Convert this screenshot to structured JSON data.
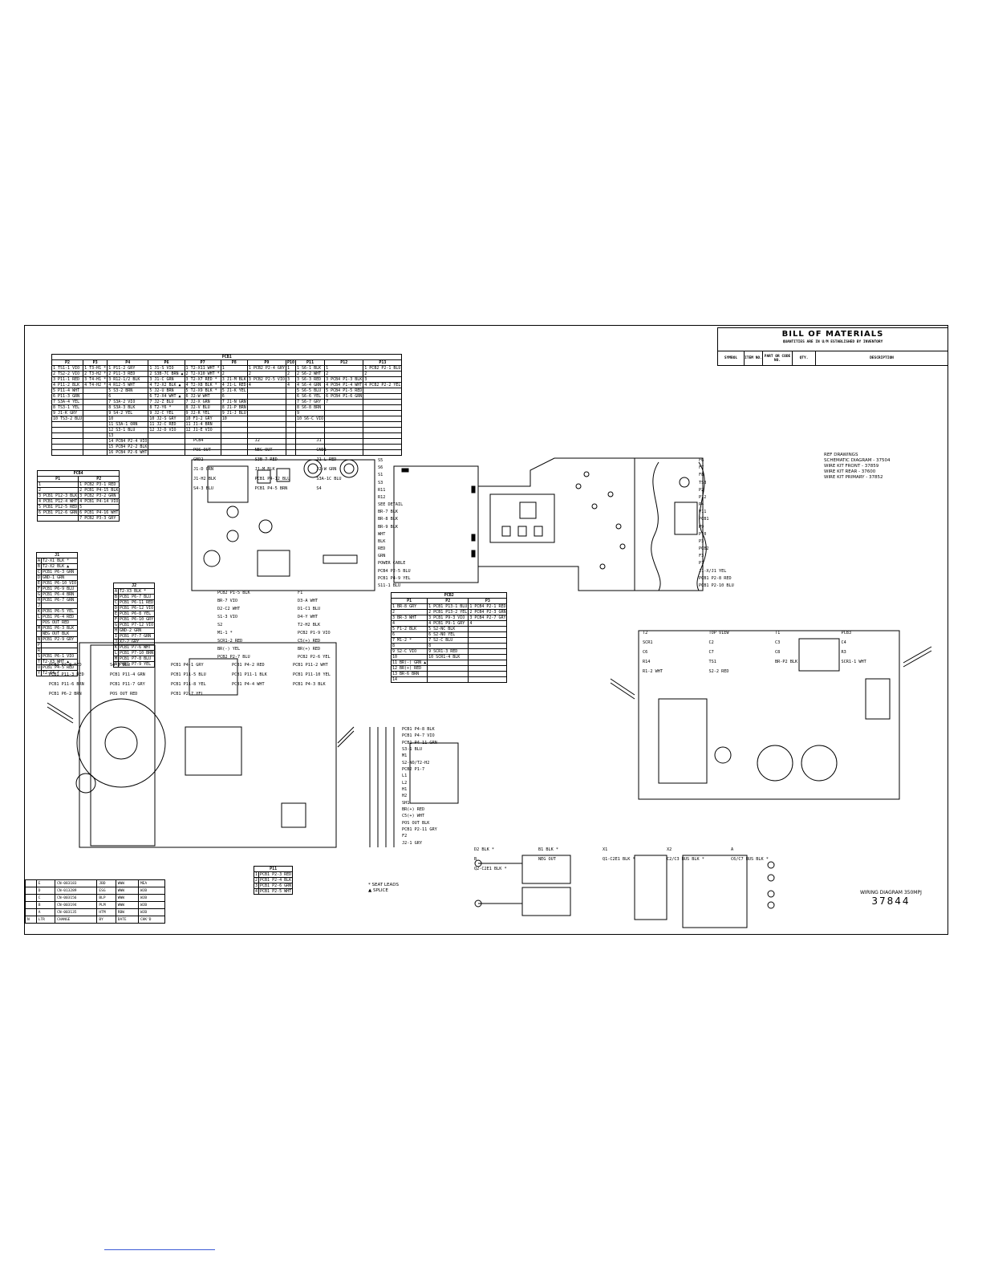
{
  "bom": {
    "title": "BILL OF MATERIALS",
    "subtitle": "QUANTITIES ARE IN U/M ESTABLISHED BY INVENTORY",
    "columns": [
      "SYMBOL",
      "ITEM NO.",
      "PART OR CODE NO.",
      "QTY.",
      "DESCRIPTION"
    ]
  },
  "refs": {
    "title": "REF DRAWINGS",
    "lines": [
      "SCHEMATIC DIAGRAM - 37504",
      "WIRE KIT FRONT - 37859",
      "WIRE KIT REAR - 37600",
      "WIRE KIT PRIMARY - 37852"
    ]
  },
  "caption": {
    "title": "WIRING DIAGRAM 350MPJ",
    "number": "37844"
  },
  "legend": [
    "* SEAT LEADS",
    "▲ SPLICE"
  ],
  "pcb1_table": {
    "title": "PCB1",
    "headers": [
      "P2",
      "P3",
      "P4",
      "P6",
      "P7",
      "P8",
      "P9",
      "P10",
      "P11",
      "P12",
      "P13"
    ],
    "rows": [
      [
        "1 TS1-1 VIO",
        "1 T3-H1 *",
        "1 P11-2 GRY",
        "1 J1-S VIO",
        "1 T2-X11 WHT *",
        "1",
        "1 PCB2 P2-4 GRY",
        "1",
        "1 S6-1 BLK",
        "1",
        "1 PCB2 P2-1 BLU"
      ],
      [
        "2 TS2-2 VIO",
        "2 T3-H2 *",
        "2 P11-3 RED",
        "2 S3B-7C BRN ▲",
        "2 T2-X10 WHT *",
        "2",
        "2",
        "2",
        "2 S6-2 WHT",
        "2",
        "2"
      ],
      [
        "3 P11-1 RED",
        "3 T4-H1 *",
        "3 R12-1/2 BLK",
        "3 J1-C GRN",
        "3 T2-X7 RED *",
        "3 J1-M BLK",
        "3 PCB2 P2-5 VIO",
        "3",
        "3 S6-3 RED",
        "3 PCB4 P1-3 BLK",
        "3"
      ],
      [
        "4 P11-2 BLK",
        "4 T4-H2 *",
        "4 R12-5 WHT",
        "4 T2-X2 BLK ▲",
        "4 T2-X8 BLK *",
        "4 J1-L RED",
        "4",
        "4",
        "4 S6-4 GRN",
        "4 PCB4 P1-4 WHT",
        "4 PCB2 P2-2 YEL"
      ],
      [
        "5 P11-4 WHT",
        "",
        "5 S3-2 BRN",
        "5 J2-U BRN",
        "5 T2-X9 BLK *",
        "5 J1-K YEL",
        "",
        "",
        "5 S6-5 BLU",
        "5 PCB4 P1-5 RED",
        ""
      ],
      [
        "6 P11-3 GRN",
        "",
        "6",
        "6 T2-X4 WHT ▲",
        "6 J2-W WHT",
        "6",
        "",
        "",
        "6 S6-6 YEL",
        "6 PCB4 P1-6 GRN",
        ""
      ],
      [
        "7 S3A-4 YEL",
        "",
        "7 S3A-2 VIO",
        "7 J2-Z BLU",
        "7 J2-X GRN",
        "7 J1-N GRN",
        "",
        "",
        "7 S6-7 GRY",
        "7",
        ""
      ],
      [
        "8 TS3-1 YEL",
        "",
        "8 S3A-3 BLK",
        "8 T2-Y6 *",
        "8 J2-V BLU",
        "8 J1-P BRN",
        "",
        "",
        "8 S6-8 BRN",
        "",
        ""
      ],
      [
        "9 J1-K GRY",
        "",
        "9 S4-2 YEL",
        "9 J2-C YEL",
        "9 J2-R YEL",
        "9 J1-J BLU",
        "",
        "",
        "9",
        "",
        ""
      ],
      [
        "10 TS3-2 BLU",
        "",
        "10",
        "10 J2-S GRY",
        "10 F1-2 GRY",
        "10",
        "",
        "",
        "10 S6-C VIO",
        "",
        ""
      ],
      [
        "",
        "",
        "11 S3A-1 ORN",
        "11 J2-C RED",
        "11 J1-4 BRN",
        "",
        "",
        "",
        "",
        "",
        ""
      ],
      [
        "",
        "",
        "12 S3-1 BLU",
        "12 J2-D VIO",
        "12 J1-E VIO",
        "",
        "",
        "",
        "",
        "",
        ""
      ],
      [
        "",
        "",
        "13",
        "",
        "",
        "",
        "",
        "",
        "",
        "",
        ""
      ],
      [
        "",
        "",
        "14 PCB4 P2-4 VIO",
        "",
        "",
        "",
        "",
        "",
        "",
        "",
        ""
      ],
      [
        "",
        "",
        "15 PCB4 P2-2 BLK",
        "",
        "",
        "",
        "",
        "",
        "",
        "",
        ""
      ],
      [
        "",
        "",
        "16 PCB4 P2-6 WHT",
        "",
        "",
        "",
        "",
        "",
        "",
        "",
        ""
      ]
    ]
  },
  "pcb4_table": {
    "title": "PCB4",
    "headers": [
      "P1",
      "P2"
    ],
    "rows": [
      [
        "1",
        "1 PCB2 P3-1 RED"
      ],
      [
        "2",
        "2 PCB1 P4-15 BLK"
      ],
      [
        "3 PCB1 P12-3 BLK",
        "3 PCB2 P3-2 GRN"
      ],
      [
        "4 PCB1 P12-4 WHT",
        "4 PCB1 P4-14 VIO"
      ],
      [
        "5 PCB1 P12-5 RED",
        "5"
      ],
      [
        "6 PCB1 P12-6 GRN",
        "6 PCB1 P4-16 WHT"
      ],
      [
        "",
        "7 PCB2 P3-3 GRY"
      ]
    ]
  },
  "j1_table": {
    "title": "J1",
    "rows": [
      [
        "A",
        "T2-X1 BLK *"
      ],
      [
        "B",
        "T2-X2 BLK ▲"
      ],
      [
        "C",
        "PCB1 P6-3 GRN"
      ],
      [
        "D",
        "GND-1 GRN"
      ],
      [
        "E",
        "PCB1 P6-10 VIO"
      ],
      [
        "F",
        "PCB1 P6-9 BLU"
      ],
      [
        "G",
        "PCB1 P6-4 BRN"
      ],
      [
        "H",
        "PCB1 P6-7 GRN"
      ],
      [
        "J",
        ""
      ],
      [
        "K",
        "PCB1 P6-5 YEL"
      ],
      [
        "L",
        "PCB1 P6-4 RED"
      ],
      [
        "",
        "POS OUT RED"
      ],
      [
        "M",
        "PCB1 P6-3 BLK"
      ],
      [
        "",
        "NEG OUT BLK"
      ],
      [
        "N",
        "PCB1 P2-9 GRY"
      ],
      [
        "P",
        ""
      ],
      [
        "R",
        ""
      ],
      [
        "S",
        "PCB1 P6-1 VIO"
      ],
      [
        "T",
        "T2-X3 WHT ▲"
      ],
      [
        "U",
        "PCB1 P4-5 RED"
      ],
      [
        "Y",
        "T2-X4 *"
      ]
    ]
  },
  "j2_table": {
    "title": "J2",
    "rows": [
      [
        "A",
        "T2-X3 BLK *"
      ],
      [
        "B",
        "PCB1 P6-7 BLU"
      ],
      [
        "C",
        "PCB1 P6-11 RED"
      ],
      [
        "D",
        "PCB1 P6-12 VIO"
      ],
      [
        "E",
        "PCB1 P6-8 YEL"
      ],
      [
        "F",
        "PCB1 P6-10 GRY"
      ],
      [
        "G",
        "PCB1 P7-12 VIO"
      ],
      [
        "H",
        "GND-2 GRN"
      ],
      [
        "I",
        "PCB1 P7-7 GRN"
      ],
      [
        "J",
        "X2-2 GRY"
      ],
      [
        "K",
        "PCB1 P7-6 WHT"
      ],
      [
        "L",
        "PCB1 P7-10 BRN"
      ],
      [
        "M",
        "PCB1 P7-8 BLU"
      ],
      [
        "N",
        "PCB1 P7-9 YEL"
      ]
    ]
  },
  "pcb2_table": {
    "title": "PCB2",
    "headers": [
      "P1",
      "P2",
      "P3"
    ],
    "rows": [
      [
        "1 BR-8 GRY",
        "1 PCB1 P13-1 BLU",
        "1 PCB4 P2-1 RED"
      ],
      [
        "2",
        "2 PCB1 P13-2 YEL",
        "2 PCB4 P2-3 GRN"
      ],
      [
        "3 BR-3 WHT",
        "3 PCB1 P9-3 VIO",
        "3 PCB4 P2-7 GRY"
      ],
      [
        "4",
        "4 PCB1 P9-1 GRY",
        "4"
      ],
      [
        "5 F1-2 BLK",
        "5 S2-NC BLK",
        ""
      ],
      [
        "6",
        "6 S2-NO YEL",
        ""
      ],
      [
        "7 M1-2 *",
        "7 S2-C BLU",
        ""
      ],
      [
        "8",
        "8",
        ""
      ],
      [
        "9 S2-C VIO",
        "9 SCR1-3 RED",
        ""
      ],
      [
        "10",
        "10 SCR1-4 BLK",
        ""
      ],
      [
        "11 BR(-) GRN ▲",
        "",
        ""
      ],
      [
        "12 BR(+) RED",
        "",
        ""
      ],
      [
        "13 BR-6 BRN",
        "",
        ""
      ],
      [
        "14",
        "",
        ""
      ]
    ]
  },
  "p11_table": {
    "title": "P11",
    "rows": [
      [
        "1",
        "PCB1 P2-3 RED"
      ],
      [
        "2",
        "PCB1 P2-4 BLK"
      ],
      [
        "3",
        "PCB1 P2-6 GRN"
      ],
      [
        "4",
        "PCB1 P2-5 WHT"
      ]
    ]
  },
  "revisions": {
    "rows": [
      [
        "E",
        "CN-083183",
        "JBD",
        "WWW",
        "MEA"
      ],
      [
        "D",
        "CN-013289",
        "ESG",
        "WWW",
        "WJB"
      ],
      [
        "C",
        "CN-003156",
        "BLP",
        "WWW",
        "WJB"
      ],
      [
        "B",
        "CN-003194",
        "PLM",
        "WWW",
        "WJB"
      ],
      [
        "A",
        "CN-003135",
        "HTM",
        "RBW",
        "WJB"
      ]
    ],
    "footer": [
      "N",
      "LTR",
      "CHANGE",
      "BY",
      "DATE",
      "CHK'D"
    ]
  },
  "diagram_labels": [
    "PCB4",
    "J2",
    "J1",
    "POS OUT",
    "NEG OUT",
    "GND1",
    "GND2",
    "S3B-7 RED",
    "J1-L RED",
    "J1-D GRN",
    "J1-M BLK",
    "J2-W GRN",
    "J1-H2 BLK",
    "PCB1 P4-12 BLU",
    "S3A-1C BLU",
    "S4-3 BLU",
    "PCB1 P4-5 BRN",
    "S4",
    "S5",
    "S6",
    "S1",
    "S3",
    "R11",
    "R12",
    "SEE DETAIL",
    "BR-7 BLK",
    "BR-8 BLK",
    "BR-9 BLK",
    "WHT",
    "BLK",
    "RED",
    "GRN",
    "POWER CABLE",
    "PCB4 P2-5 BLU",
    "PCB1 P4-9 YEL",
    "S11-1 BLU",
    "F6",
    "F7",
    "F8",
    "TS3",
    "P2",
    "P12",
    "P4",
    "P11",
    "PCB1",
    "P9",
    "P10",
    "P3",
    "PCB2",
    "F3",
    "P1",
    "J1-X/J1 YEL",
    "PCB1 P2-8 RED",
    "PCB1 P2-10 BLU",
    "PCB2 P1-5 BLK",
    "F1",
    "BR-7 VIO",
    "D3-A WHT",
    "D2-C2 WHT",
    "D1-C1 BLU",
    "S1-3 VIO",
    "D4-Y WHT",
    "S2",
    "T2-H2 BLK",
    "M1-1 *",
    "PCB2 P1-9 VIO",
    "SCR1-2 RED",
    "C5(+) RED",
    "BR(-) YEL",
    "BR(+) RED",
    "PCB2 P2-7 BLU",
    "PCB2 P2-6 YEL",
    "PCB2 P2-8 RED",
    "S4-3 BLU",
    "PCB1 P4-1 GRY",
    "PCB1 P4-2 RED",
    "PCB1 P11-2 WHT",
    "PCB1 P11-3 RED",
    "PCB1 P11-4 GRN",
    "PCB1 P11-5 BLU",
    "PCB1 P11-1 BLK",
    "PCB1 P11-10 YEL",
    "PCB1 P11-6 BRN",
    "PCB1 P11-7 GRY",
    "PCB1 P11-8 YEL",
    "PCB1 P4-4 WHT",
    "PCB1 P4-3 BLK",
    "PCB1 P6-2 BRN",
    "POS OUT RED",
    "PCB1 P2-7 YEL",
    "PCB1 P4-8 BLK",
    "PCB1 P4-7 VIO",
    "PCB1 P4-11 GRN",
    "S3-1 BLU",
    "M1",
    "S2-NO/T2-H2",
    "PCB2 P1-7",
    "L1",
    "L2",
    "H1",
    "H2",
    "SH1",
    "BR(+) RED",
    "C5(+) WHT",
    "POS OUT BLK",
    "PCB1 P2-11 GRY",
    "F2",
    "J2-1 GRY",
    "T2",
    "TOP VIEW",
    "T1",
    "PCB3",
    "SCR1",
    "C2",
    "C3",
    "C4",
    "C6",
    "C7",
    "C8",
    "R3",
    "R14",
    "TS1",
    "BR-P2 BLK",
    "SCR1-1 WHT",
    "R1-2 WHT",
    "S2-2 RED",
    "D2 BLK *",
    "B1 BLK *",
    "X1",
    "X2",
    "A",
    "B",
    "NEG OUT",
    "Q1-C2E1 BLK *",
    "C2/C3 BUS BLK *",
    "C6/C7 BUS BLK *",
    "Q2-C2E1 BLK *"
  ]
}
